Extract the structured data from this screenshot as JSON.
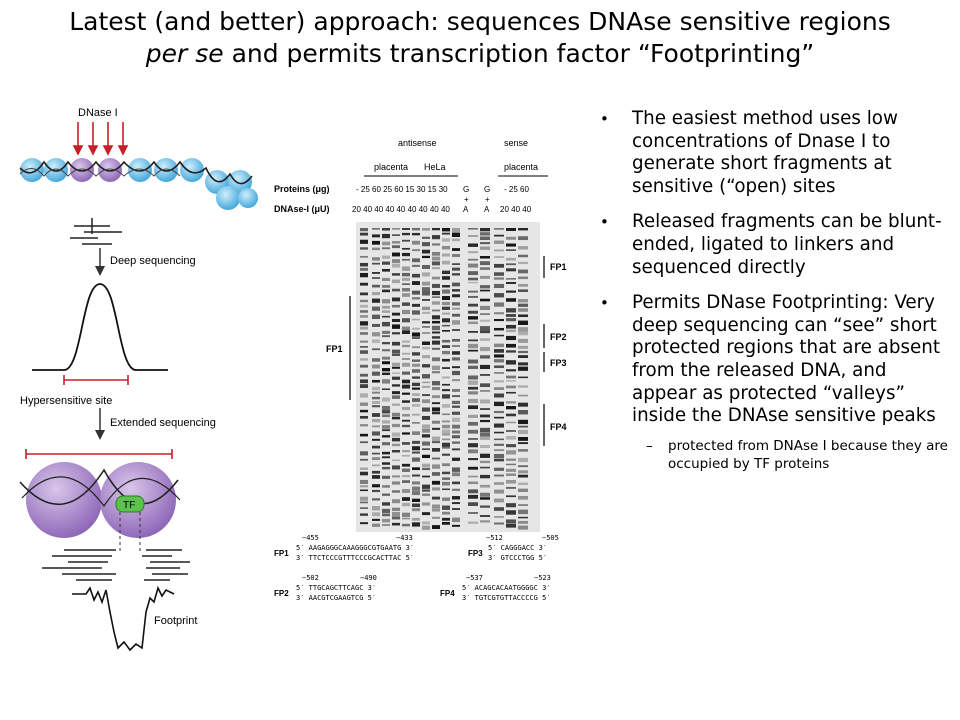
{
  "slide": {
    "title_line1": "Latest (and better) approach: sequences DNAse sensitive regions",
    "title_line2_italic": "per se",
    "title_line2_rest": " and permits transcription factor “Footprinting”",
    "bullets": [
      "The easiest method uses low concentrations of Dnase I to generate short fragments at sensitive (“open) sites",
      "Released fragments can be blunt-ended, ligated to linkers and sequenced directly",
      "Permits DNase Footprinting: Very deep sequencing can “see” short protected regions that are absent from the released DNA, and appear as protected “valleys” inside the DNAse sensitive peaks"
    ],
    "sub_bullet": "protected from DNAse I because they are occupied by TF proteins"
  },
  "diagram": {
    "dnase": "DNase I",
    "deep_seq": "Deep sequencing",
    "hypersensitive": "Hypersensitive site",
    "extended_seq": "Extended sequencing",
    "tf": "TF",
    "footprint": "Footprint"
  },
  "gel": {
    "antisense": "antisense",
    "sense": "sense",
    "placenta": "placenta",
    "hela": "HeLa",
    "proteins": "Proteins (μg)",
    "dnase": "DNAse-I (μU)",
    "protein_vals": "- 25 60 25 60 15 30 15 30",
    "gplus": "G",
    "gplus2": "+",
    "gplus3": "A",
    "dnase_vals": "20 40 40 40 40 40 40 40 40",
    "sense_protein_vals": "- 25 60",
    "sense_dnase_vals": "20 40 40",
    "fp1": "FP1",
    "fp2": "FP2",
    "fp3": "FP3",
    "fp4": "FP4",
    "seq": {
      "fp1_pos_a": "−455",
      "fp1_pos_b": "−433",
      "fp1_top": "5′ AAGAGGGCAAAGGGCGTGAATG 3′",
      "fp1_bot": "3′ TTCTCCCGTTTCCCGCACTTAC 5′",
      "fp3_pos_a": "−512",
      "fp3_pos_b": "−505",
      "fp3_top": "5′ CAGGGACC 3′",
      "fp3_bot": "3′ GTCCCTGG 5′",
      "fp2_pos_a": "−502",
      "fp2_pos_b": "−490",
      "fp2_top": "5′ TTGCAGCTTCAGC 3′",
      "fp2_bot": "3′ AACGTCGAAGTCG 5′",
      "fp4_pos_a": "−537",
      "fp4_pos_b": "−523",
      "fp4_top": "5′ ACAGCACAATGGGGC 3′",
      "fp4_bot": "3′ TGTCGTGTTACCCCG 5′"
    }
  },
  "colors": {
    "arrow_red": "#c8202a",
    "nucleosome_purple": "#a27cc6",
    "nucleosome_blue": "#6bbfe8",
    "tf_green": "#5cc24e"
  }
}
